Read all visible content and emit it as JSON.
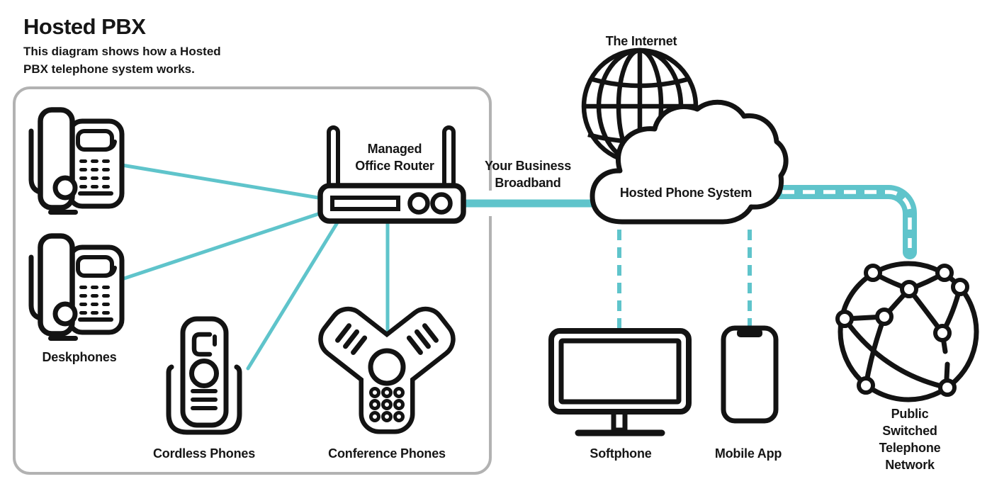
{
  "colors": {
    "teal": "#5FC4CB",
    "ink": "#131313",
    "box_border": "#B2B2B2",
    "label_text": "#161616",
    "background": "#FFFFFF"
  },
  "header": {
    "title": "Hosted PBX",
    "subtitle": "This diagram shows how a Hosted\nPBX telephone system works."
  },
  "office": {
    "deskphones": {
      "label": "Deskphones",
      "icon": "deskphone-icon",
      "count": 2
    },
    "cordless": {
      "label": "Cordless Phones",
      "icon": "cordless-phone-icon"
    },
    "conference": {
      "label": "Conference Phones",
      "icon": "conference-phone-icon"
    },
    "router": {
      "label": "Managed\nOffice Router",
      "icon": "wifi-router-icon"
    }
  },
  "links": {
    "broadband": {
      "label": "Your Business\nBroadband",
      "style": "solid-teal"
    },
    "cloud_to_softphone": {
      "style": "dashed-teal"
    },
    "cloud_to_mobile": {
      "style": "dashed-teal"
    },
    "cloud_to_pstn": {
      "style": "teal-pipe-white-dashes"
    }
  },
  "internet": {
    "label": "The Internet",
    "icon": "globe-icon"
  },
  "cloud": {
    "label": "Hosted Phone System",
    "icon": "cloud-icon"
  },
  "softphone": {
    "label": "Softphone",
    "icon": "monitor-icon"
  },
  "mobile": {
    "label": "Mobile App",
    "icon": "smartphone-icon"
  },
  "pstn": {
    "label": "Public Switched\nTelephone Network",
    "icon": "network-globe-icon"
  }
}
